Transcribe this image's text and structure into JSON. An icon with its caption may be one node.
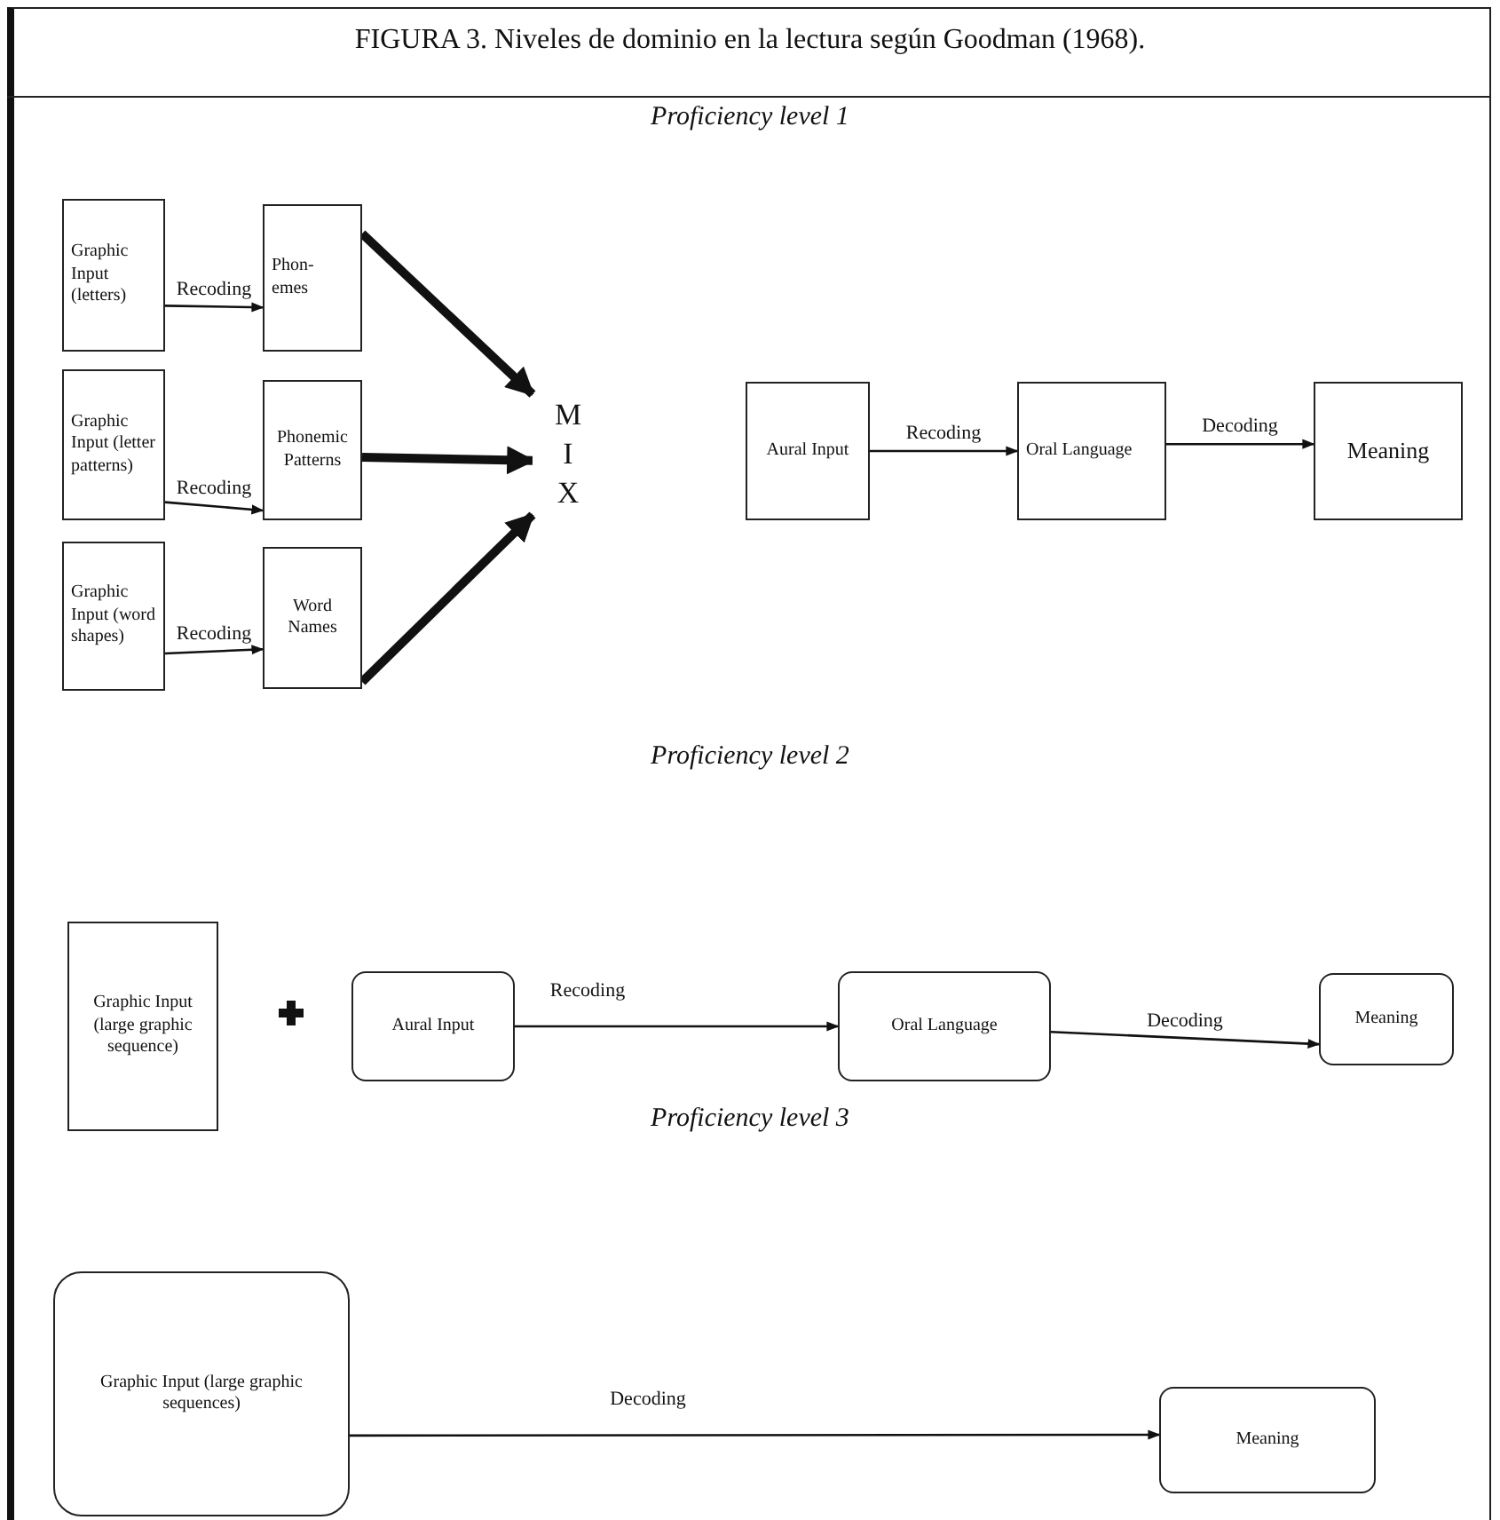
{
  "diagram": {
    "title": "FIGURA 3. Niveles de dominio en la lectura según Goodman (1968).",
    "nodes": [
      {
        "text": [
          "Graphic Input (letters)"
        ]
      },
      {
        "text": [
          "Phon- emes"
        ]
      },
      {
        "text": [
          "Graphic Input (letter patterns)"
        ]
      },
      {
        "text": [
          "Phonemic Patterns"
        ]
      },
      {
        "text": [
          "MIX"
        ]
      },
      {
        "text": [
          "Aural Input"
        ]
      },
      {
        "text": [
          "Oral Language"
        ]
      },
      {
        "text": [
          "Meaning"
        ]
      },
      {
        "text": [
          "Graphic Input (word shapes)"
        ]
      },
      {
        "text": [
          "Word Names"
        ]
      },
      {
        "text": [
          "Graphic Input (large graphic sequence)"
        ]
      },
      {
        "text": [
          "Aural Input"
        ]
      },
      {
        "text": [
          "Oral Language"
        ]
      },
      {
        "text": [
          "Meaning"
        ]
      },
      {
        "text": [
          "Graphic Input (large graphic sequences)"
        ]
      },
      {
        "text": [
          "Meaning"
        ]
      }
    ],
    "edges": [
      {
        "from": 0,
        "to": 1,
        "arrow": "to",
        "label": "Recoding"
      },
      {
        "from": 2,
        "to": 3,
        "arrow": "to",
        "label": "Recoding"
      },
      {
        "from": 8,
        "to": 9,
        "arrow": "to",
        "label": "Recoding"
      },
      {
        "from": 1,
        "to": 4,
        "arrow": "to",
        "style": "thick"
      },
      {
        "from": 3,
        "to": 4,
        "arrow": "to",
        "style": "thick"
      },
      {
        "from": 9,
        "to": 4,
        "arrow": "to",
        "style": "thick"
      },
      {
        "from": 5,
        "to": 6,
        "arrow": "to",
        "label": "Recoding"
      },
      {
        "from": 6,
        "to": 7,
        "arrow": "to",
        "label": "Decoding"
      },
      {
        "from": 11,
        "to": 12,
        "arrow": "to",
        "label": "Recoding"
      },
      {
        "from": 12,
        "to": 13,
        "arrow": "to",
        "label": "Decoding"
      },
      {
        "from": 14,
        "to": 15,
        "arrow": "to",
        "label": "Decoding"
      }
    ],
    "labels": [
      "Proficiency level 1",
      "Proficiency level 2",
      "Proficiency level 3"
    ]
  }
}
